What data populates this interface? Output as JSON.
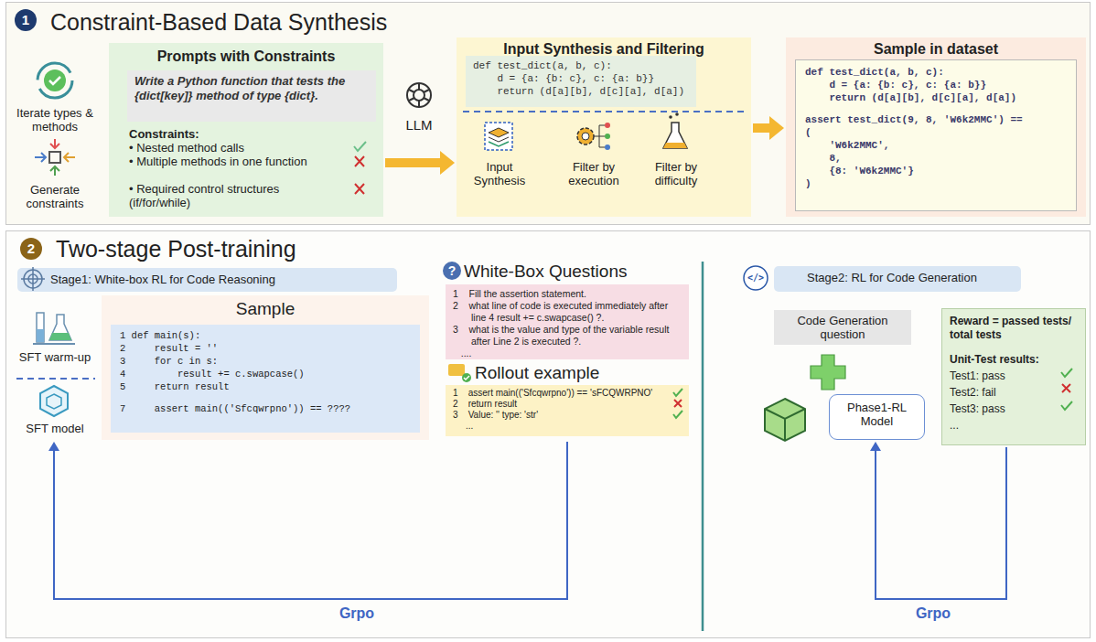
{
  "diagram": {
    "nodes": [
      {
        "text": [
          "Constraint-Based Data Synthesis"
        ]
      },
      {
        "text": [
          "Prompts with Constraints",
          "Constraints:",
          "• Nested method calls",
          "• Multiple methods in one function",
          "• Required control structures (if/for/while)"
        ],
        "in": 0
      },
      {
        "text": [
          "Write a Python function that tests the {dict[key]} method of type {dict}."
        ],
        "in": 1
      },
      {
        "text": [
          "Input Synthesis and Filtering",
          "Input Synthesis",
          "Filter by execution",
          "Filter by difficulty"
        ],
        "in": 0
      },
      {
        "text": [
          "def test_dict(a, b, c):",
          "    d = {a: {b: c}, c: {a: b}}",
          "    return (d[a][b], d[c][a], d[a])"
        ],
        "in": 3
      },
      {
        "text": [
          "Sample in dataset"
        ],
        "in": 0
      },
      {
        "text": [
          "def test_dict(a, b, c):",
          "    d = {a: {b: c}, c: {a: b}}",
          "    return (d[a][b], d[c][a], d[a])",
          "assert test_dict(9, 8, 'W6k2MMC') ==",
          "(",
          "    'W6k2MMC',",
          "    8,",
          "    {8: 'W6k2MMC'}",
          ")"
        ],
        "in": 5
      },
      {
        "text": [
          "Two-stage Post-training"
        ]
      },
      {
        "text": [
          "Stage1: White-box RL for Code Reasoning"
        ],
        "in": 7
      },
      {
        "text": [
          "SFT warm-up"
        ],
        "in": 7
      },
      {
        "text": [
          "SFT model"
        ],
        "in": 7
      },
      {
        "text": [
          "Sample"
        ],
        "in": 7
      },
      {
        "text": [
          "1 def main(s):",
          "2     result = ''",
          "3     for c in s:",
          "4         result += c.swapcase()",
          "5     return result",
          "7     assert main(('Sfcqwrpno')) == ????"
        ],
        "in": 11
      },
      {
        "text": [
          "White-Box Questions"
        ],
        "in": 7
      },
      {
        "text": [
          "1    Fill the assertion statement.",
          "2    what line of code is executed immediately after line 4 result += c.swapcase() ?.",
          "3    what is the value and type of the variable result after Line 2 is executed ?.",
          "   ...."
        ],
        "in": 13
      },
      {
        "text": [
          "Rollout example"
        ],
        "in": 7
      },
      {
        "text": [
          "1    assert main(('Sfcqwrpno')) == 'sFCQWRPNO'",
          "2    return result",
          "3    Value: '' type: 'str'",
          "     ..."
        ],
        "in": 15
      },
      {
        "text": [
          "Stage2: RL for Code Generation"
        ],
        "in": 7
      },
      {
        "text": [
          "Code Generation question"
        ],
        "in": 7
      },
      {
        "text": [
          "Phase1-RL Model"
        ],
        "in": 7
      },
      {
        "text": [
          "Reward = passed tests/ total tests",
          "Unit-Test results:",
          "Test1: pass",
          "Test2: fail",
          "Test3: pass",
          "..."
        ],
        "in": 7
      }
    ],
    "edges": [
      {
        "from": 1,
        "to": 3,
        "arrow": "to",
        "label": "LLM"
      },
      {
        "from": 3,
        "to": 5,
        "arrow": "to"
      },
      {
        "from": 15,
        "to": 10,
        "arrow": "to",
        "label": "Grpo"
      },
      {
        "from": 20,
        "to": 19,
        "arrow": "to",
        "label": "Grpo"
      }
    ],
    "labels": [
      "1",
      "Iterate types & methods",
      "Generate constraints",
      "2",
      "?",
      "</>"
    ]
  }
}
